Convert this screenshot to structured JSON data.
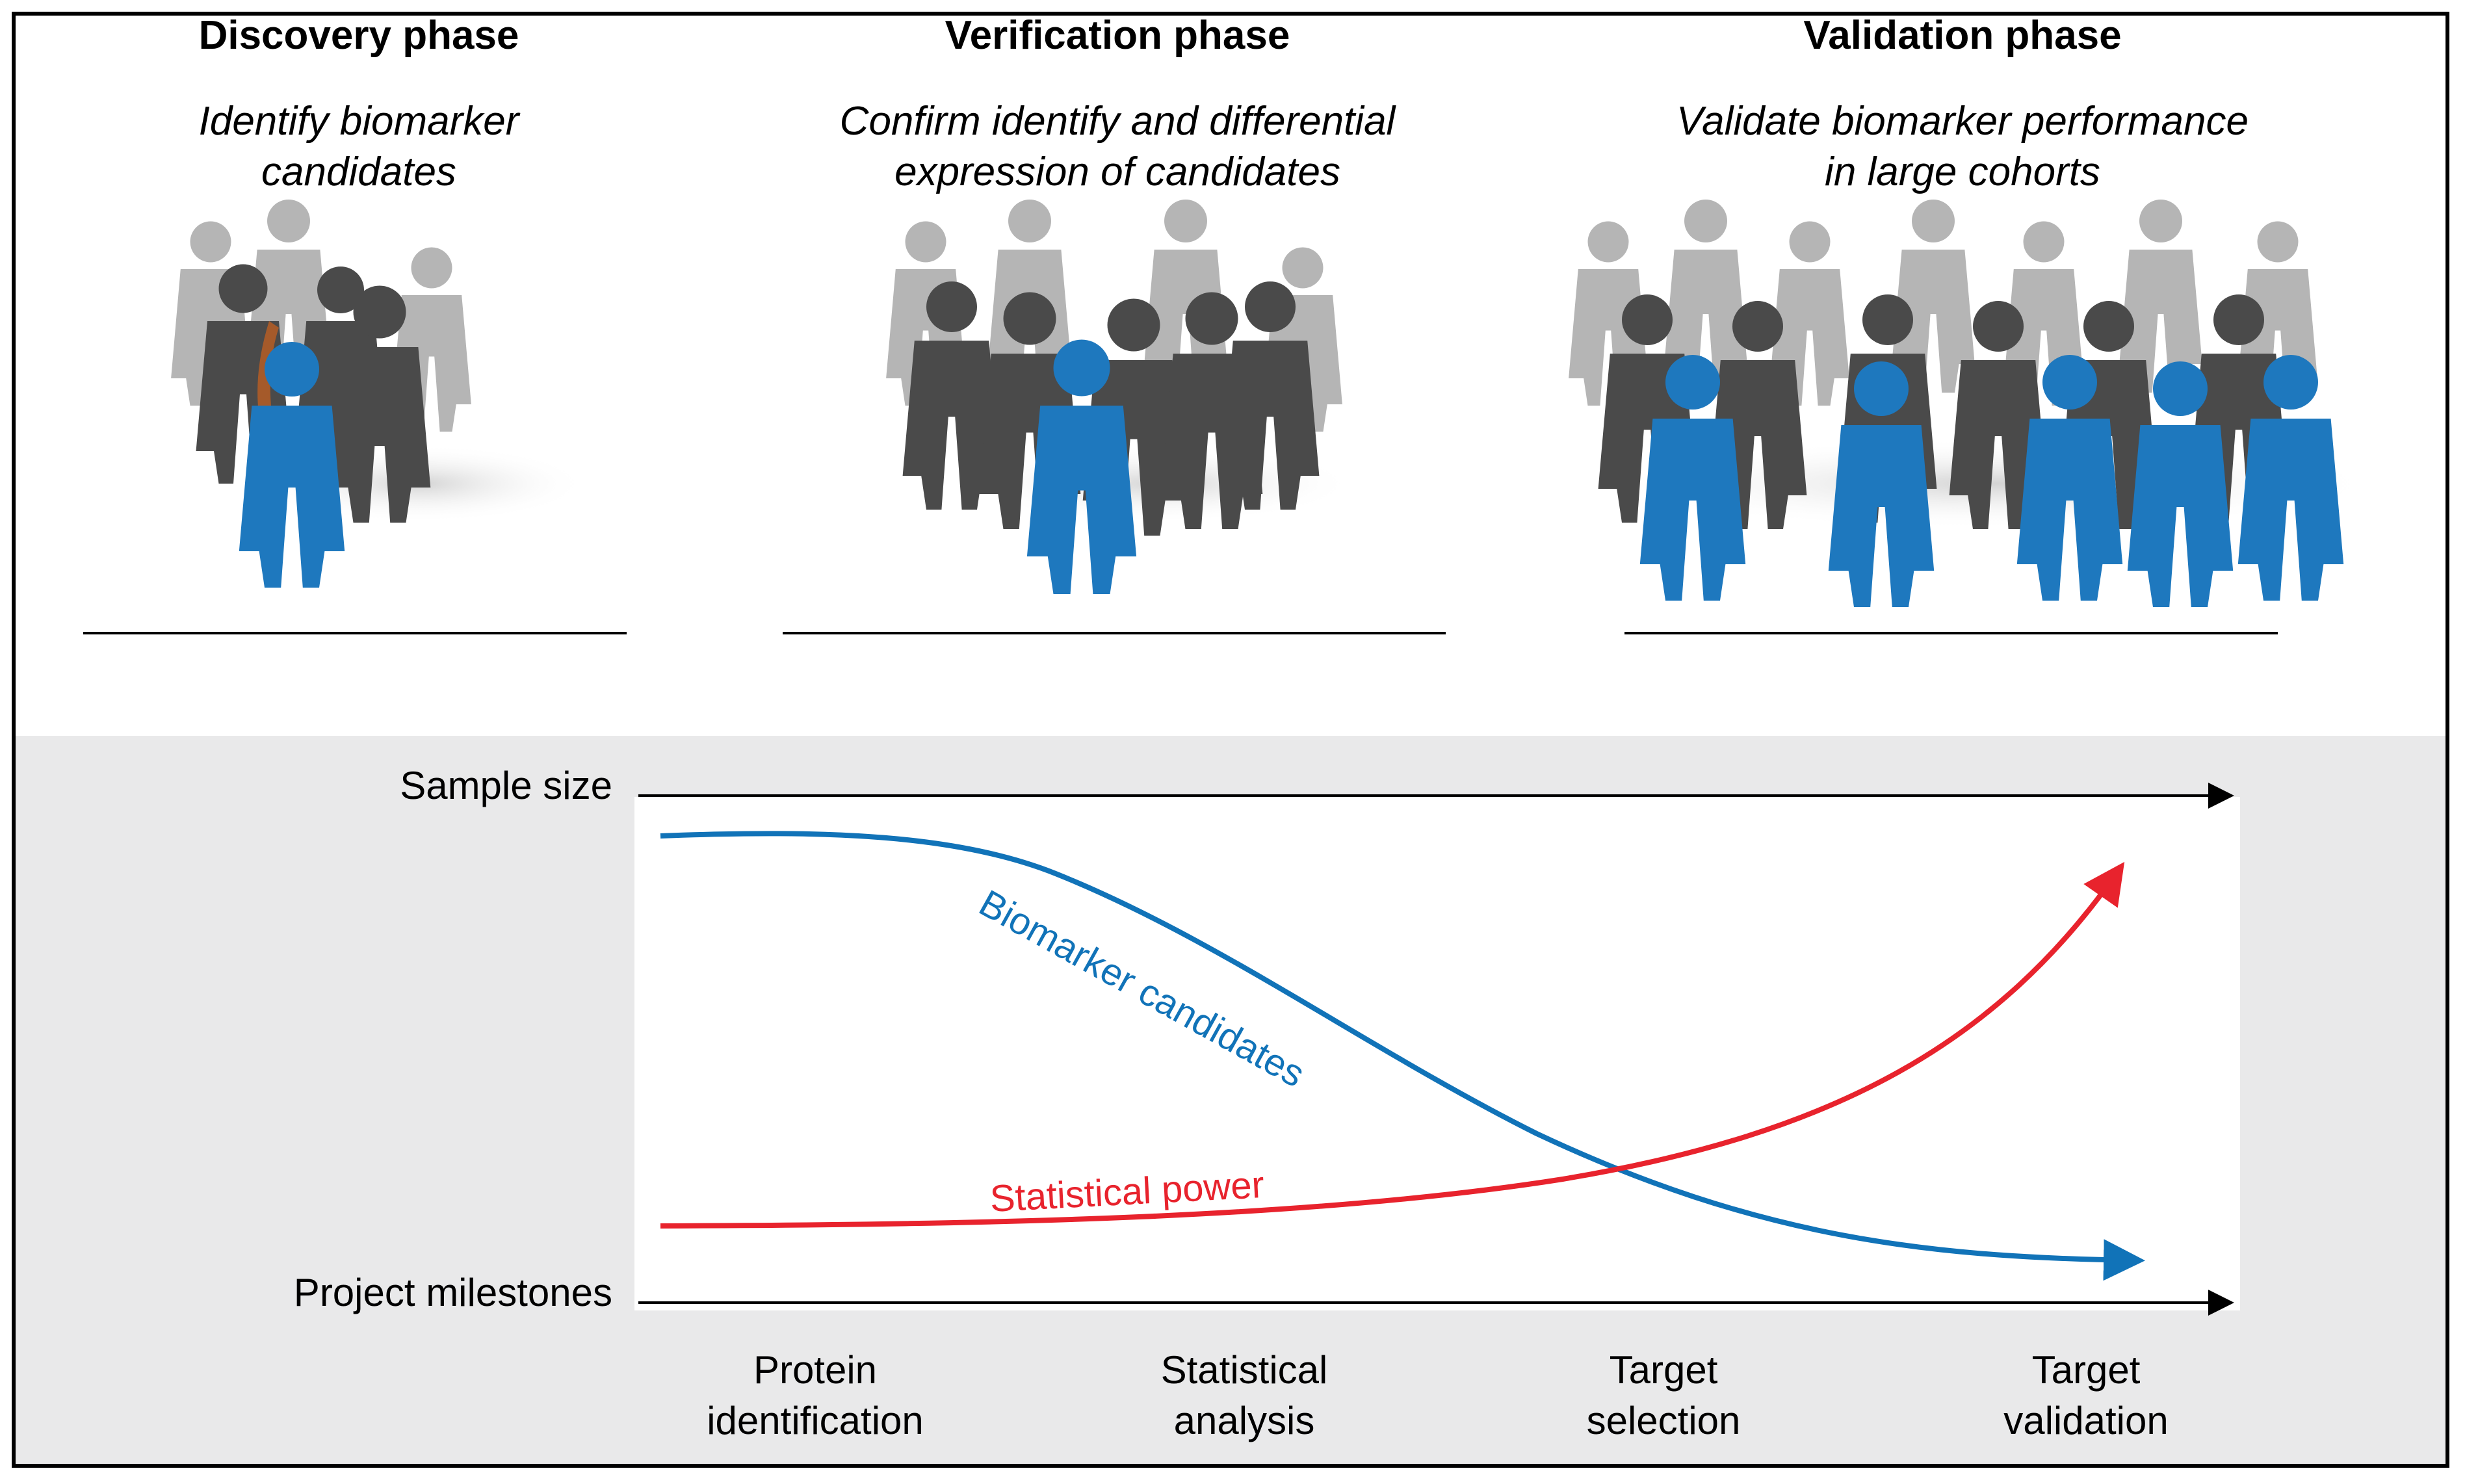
{
  "phases": [
    {
      "title": "Discovery phase",
      "description": "Identify biomarker candidates"
    },
    {
      "title": "Verification phase",
      "description": "Confirm identify and differential expression of candidates"
    },
    {
      "title": "Validation phase",
      "description": "Validate biomarker performance in large cohorts"
    }
  ],
  "axes": {
    "y_label": "Sample size",
    "x_label": "Project milestones"
  },
  "curves": {
    "biomarker": {
      "label": "Biomarker candidates",
      "color": "#1173b8"
    },
    "power": {
      "label": "Statistical power",
      "color": "#e8232d"
    }
  },
  "milestones": [
    {
      "line1": "Protein",
      "line2": "identification"
    },
    {
      "line1": "Statistical",
      "line2": "analysis"
    },
    {
      "line1": "Target",
      "line2": "selection"
    },
    {
      "line1": "Target",
      "line2": "validation"
    }
  ],
  "colors": {
    "highlight_person": "#1e78be",
    "crowd_dark": "#4a4a4a",
    "crowd_light": "#b5b5b5",
    "panel_background": "#e9e9ea"
  }
}
